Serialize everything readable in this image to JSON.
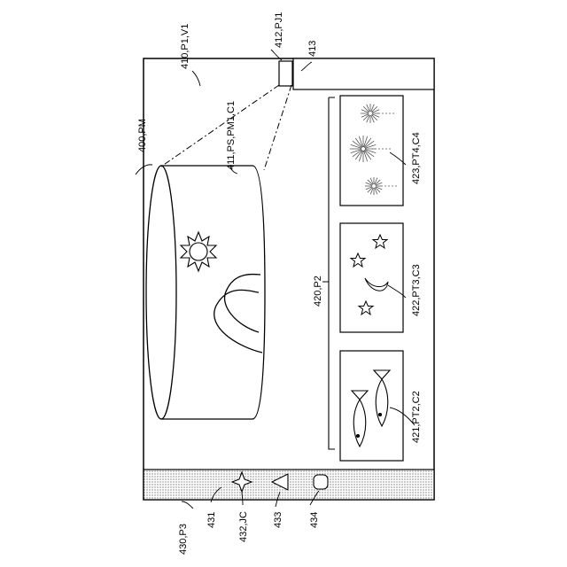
{
  "labels": {
    "panel_400": "400,PM",
    "window_410": "410,P1,V1",
    "projection_411": "411,PS,PM1,C1",
    "projector_412": "412,PJ1",
    "bar_413": "413",
    "group_420": "420,P2",
    "thumb_421": "421,PT2,C2",
    "thumb_422": "422,PT3,C3",
    "thumb_423": "423,PT4,C4",
    "nav_430": "430,P3",
    "nav_431": "431",
    "nav_432": "432,JC",
    "nav_433": "433",
    "nav_434": "434"
  },
  "icons": {
    "joystick": "four-point-star-icon",
    "back": "triangle-icon",
    "home": "rounded-square-icon"
  },
  "colors": {
    "line": "#000000",
    "background": "#ffffff",
    "nav_fill": "#d9d9d9"
  }
}
